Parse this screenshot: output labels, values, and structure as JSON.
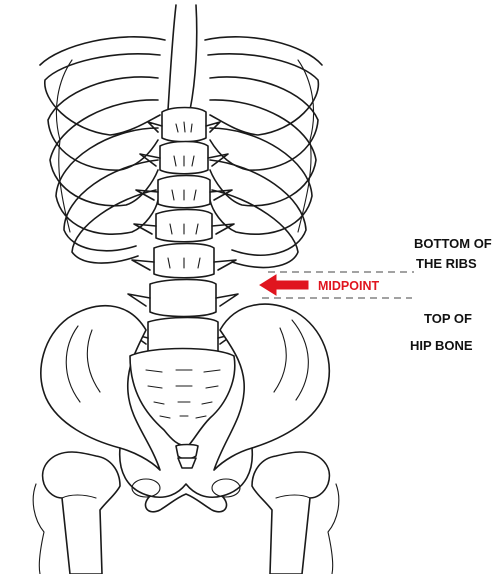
{
  "labels": {
    "bottom_of_ribs_line1": "BOTTOM OF",
    "bottom_of_ribs_line2": "THE RIBS",
    "midpoint": "MIDPOINT",
    "top_of_hip_line1": "TOP OF",
    "top_of_hip_line2": "HIP BONE"
  },
  "colors": {
    "accent": "#e0151f",
    "ink": "#1a1a1a",
    "guide_line": "#6b6b6b"
  }
}
